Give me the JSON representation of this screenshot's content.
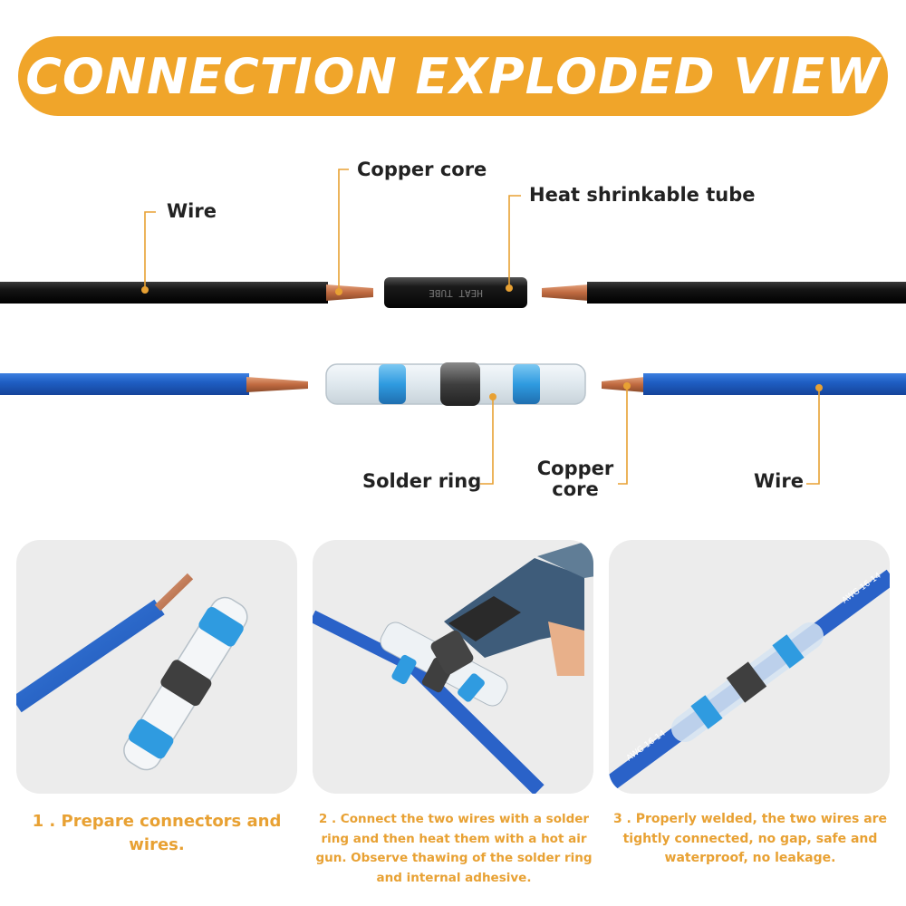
{
  "header": {
    "title": "CONNECTION EXPLODED VIEW"
  },
  "diagram": {
    "labels": {
      "wire_top": "Wire",
      "copper_core_top": "Copper core",
      "heat_tube": "Heat shrinkable tube",
      "solder_ring": "Solder ring",
      "copper_core_bottom_line1": "Copper",
      "copper_core_bottom_line2": "core",
      "wire_bottom": "Wire"
    },
    "tube_print": "HEAT TUBE",
    "colors": {
      "accent": "#f0a52a",
      "black_wire": "#111111",
      "blue_wire": "#1f5fc4",
      "copper": "#c8734a",
      "solder_ring": "#4a4a4a",
      "seal_ring": "#2f9be0"
    }
  },
  "steps": [
    {
      "caption": "1 . Prepare connectors and wires."
    },
    {
      "caption": "2 . Connect the two wires with a solder ring and then heat them with a hot air gun. Observe thawing of the solder ring and internal adhesive."
    },
    {
      "caption": "3 . Properly welded, the two wires are tightly connected, no gap, safe and waterproof, no leakage."
    }
  ],
  "step3": {
    "wire_print": "AWG 16-14"
  }
}
